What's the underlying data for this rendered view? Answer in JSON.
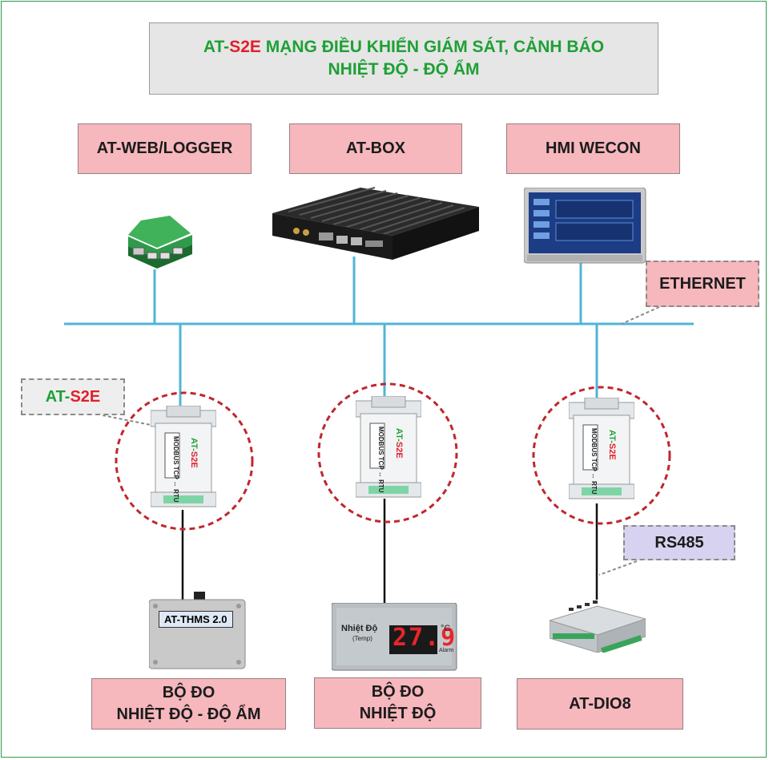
{
  "title": {
    "prefix": "AT-",
    "prefix_red": "S2E",
    "line1_rest": " MẠNG ĐIỀU KHIỂN GIÁM SÁT, CẢNH BÁO",
    "line2": "NHIỆT ĐỘ - ĐỘ ẨM"
  },
  "top_labels": [
    "AT-WEB/LOGGER",
    "AT-BOX",
    "HMI WECON"
  ],
  "callouts": {
    "ethernet": "ETHERNET",
    "s2e_prefix": "AT-",
    "s2e_red": "S2E",
    "rs485": "RS485"
  },
  "modules": {
    "brand_prefix": "AT-",
    "brand_red": "S2E",
    "protocol_line1": "MODBUS",
    "protocol_line2": "TCP ↔ RTU"
  },
  "devices": {
    "thms_label": "AT-THMS 2.0",
    "temp_display_title": "Nhiệt Độ",
    "temp_display_sub": "(Temp)",
    "temp_value": "27.9",
    "temp_unit": "°C",
    "temp_alarm": "Alarm"
  },
  "bottom_labels": {
    "left_line1": "BỘ ĐO",
    "left_line2": "NHIỆT ĐỘ - ĐỘ ẨM",
    "mid_line1": "BỘ ĐO",
    "mid_line2": "NHIỆT ĐỘ",
    "right": "AT-DIO8"
  },
  "colors": {
    "green": "#1ea035",
    "red": "#e0202a",
    "label_pink": "#f6b7bd",
    "bus_cyan": "#4fb5d6",
    "circle_red": "#c0272d"
  }
}
